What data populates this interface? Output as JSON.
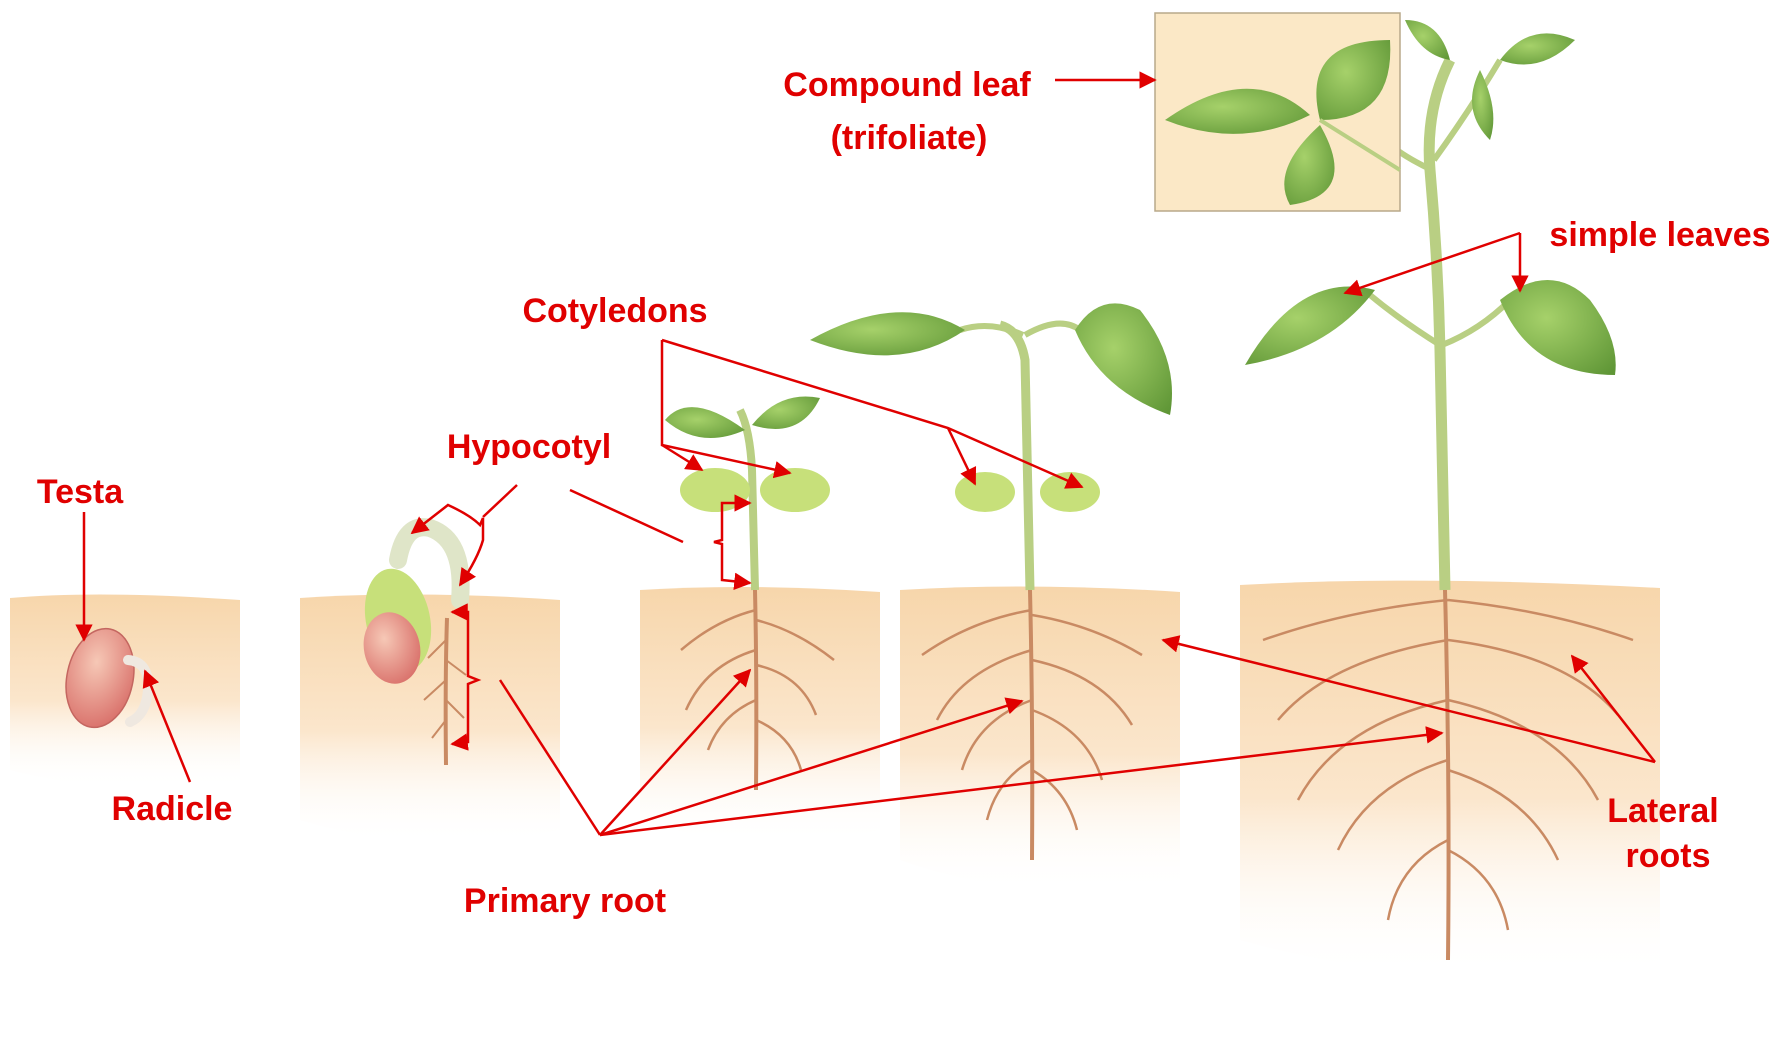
{
  "labels": {
    "compound_leaf_line1": "Compound leaf",
    "compound_leaf_line2": "(trifoliate)",
    "simple_leaves": "simple leaves",
    "cotyledons": "Cotyledons",
    "hypocotyl": "Hypocotyl",
    "testa": "Testa",
    "radicle": "Radicle",
    "primary_root": "Primary root",
    "lateral_roots_line1": "Lateral",
    "lateral_roots_line2": "roots"
  },
  "colors": {
    "annotation": "#e00000",
    "leaf": "#7fb04a",
    "leaf_dark": "#5c8a32",
    "stem": "#b9cf83",
    "soil_top": "#f6d9b0",
    "root": "#c98a63",
    "seed": "#e89a8a",
    "inset_bg": "#fbe8c6"
  }
}
